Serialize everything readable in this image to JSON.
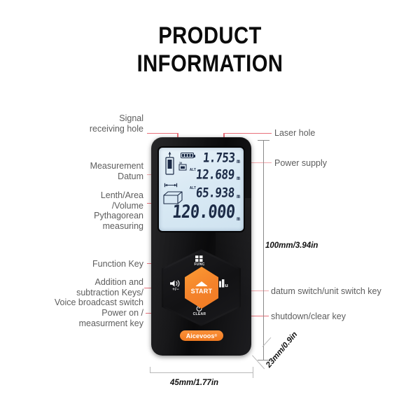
{
  "header": {
    "line1": "PRODUCT",
    "line2": "INFORMATION"
  },
  "labels_left": [
    {
      "id": "signal-receiving-hole",
      "text": "Signal\nreceiving hole"
    },
    {
      "id": "measurement-datum",
      "text": "Measurement\nDatum"
    },
    {
      "id": "length-area-volume",
      "text": "Lenth/Area\n/Volume\nPythagorean\nmeasuring"
    },
    {
      "id": "function-key",
      "text": "Function Key"
    },
    {
      "id": "add-subtract-voice",
      "text": "Addition and\nsubtraction  Keys/\nVoice broadcast switch"
    },
    {
      "id": "power-on-measurement-key",
      "text": "Power on /\nmeasurment key"
    }
  ],
  "labels_right": [
    {
      "id": "laser-hole",
      "text": "Laser hole"
    },
    {
      "id": "power-supply",
      "text": "Power supply"
    },
    {
      "id": "datum-unit-switch-key",
      "text": "datum switch/unit switch key"
    },
    {
      "id": "shutdown-clear-key",
      "text": "shutdown/clear key"
    }
  ],
  "dimensions": {
    "height": "100mm/3.94in",
    "width": "45mm/1.77in",
    "depth": "23mm/0.9in"
  },
  "device": {
    "brand": "Aicevoos",
    "brand_mark": "®",
    "lcd": {
      "rows": [
        {
          "value": "1.753",
          "unit": "m",
          "tag": ""
        },
        {
          "value": "12.689",
          "unit": "m",
          "tag": "ALT"
        },
        {
          "value": "65.938",
          "unit": "m",
          "tag": "ALT"
        },
        {
          "value": "120.000",
          "unit": "m",
          "tag": ""
        }
      ],
      "battery_level": "4",
      "ref_tag": "30"
    },
    "keys": {
      "func_label": "FUNC",
      "start_label": "START",
      "clear_label": "CLEAR",
      "volume_label": "+/−",
      "unit_label": "u"
    }
  },
  "colors": {
    "accent_orange": "#f4822b",
    "leader_line": "#e8707a",
    "leader_line_pale": "#f0a7ab",
    "dimension_line": "#8a8a8a",
    "label_text": "#5d5d5d",
    "lcd_bg": "#dceaf4",
    "lcd_text": "#1b2a46",
    "body_dark": "#131315"
  }
}
